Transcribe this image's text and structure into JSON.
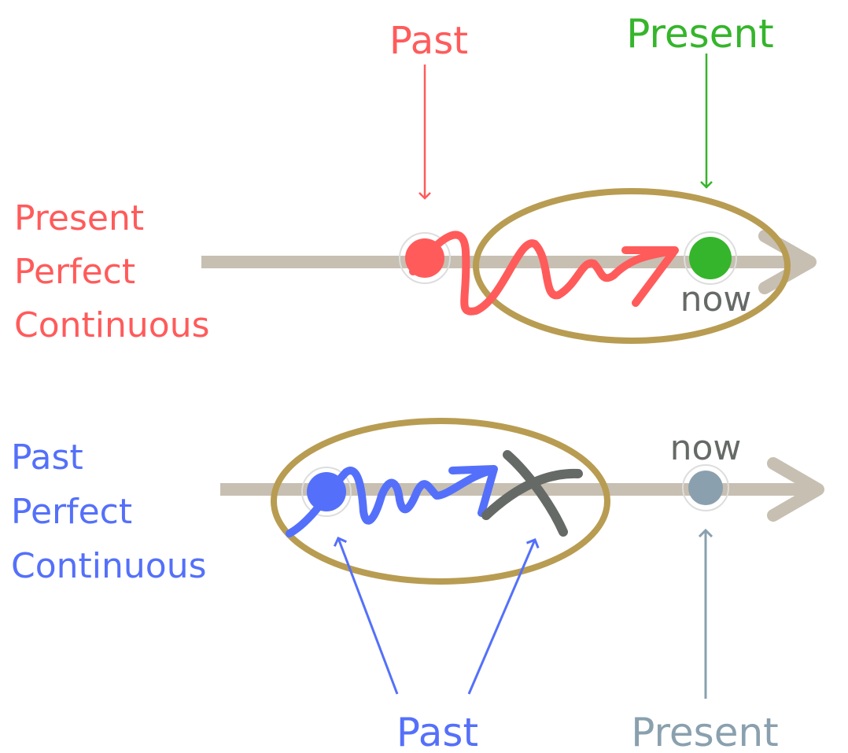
{
  "colors": {
    "red": "#ff5b5b",
    "green": "#35b52b",
    "blue": "#5470fa",
    "gold": "#b89c52",
    "axis": "#c7bfb2",
    "dark": "#666a66",
    "slate": "#8aa0ae"
  },
  "top": {
    "tense_lines": [
      "Present",
      "Perfect",
      "Continuous"
    ],
    "past_label": "Past",
    "present_label": "Present",
    "now_label": "now"
  },
  "bottom": {
    "tense_lines": [
      "Past",
      "Perfect",
      "Continuous"
    ],
    "past_label": "Past",
    "present_label": "Present",
    "now_label": "now"
  }
}
